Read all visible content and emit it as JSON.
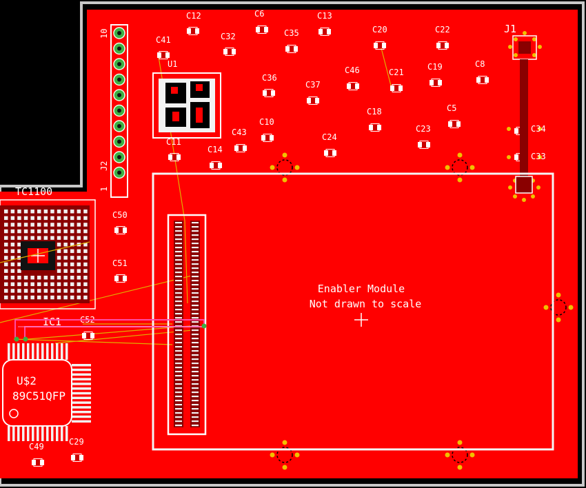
{
  "board": {
    "colors": {
      "background": "#000000",
      "board_outline": "#c8c8c8",
      "copper": "#ff0000",
      "silkscreen": "#ffffff",
      "pad": "#f0f0f0",
      "via": "#f0c000",
      "trace_yellow": "#e0b000",
      "trace_pink": "#ff4da6",
      "header_pin": "#3cb043",
      "dark_copper": "#8a0000"
    }
  },
  "components": {
    "j2": {
      "ref": "J2",
      "pin_first": "1",
      "pin_last": "10"
    },
    "u1": {
      "ref": "U1"
    },
    "j1": {
      "ref": "J1"
    },
    "tc1100": {
      "ref": "TC1100"
    },
    "ic1": {
      "ref": "IC1"
    },
    "u2": {
      "ref": "U$2",
      "value": "89C51QFP"
    },
    "module": {
      "line1": "Enabler Module",
      "line2": "Not drawn to scale"
    }
  },
  "capacitors": [
    {
      "ref": "C12"
    },
    {
      "ref": "C6"
    },
    {
      "ref": "C13"
    },
    {
      "ref": "C41"
    },
    {
      "ref": "C32"
    },
    {
      "ref": "C35"
    },
    {
      "ref": "C20"
    },
    {
      "ref": "C22"
    },
    {
      "ref": "C46"
    },
    {
      "ref": "C21"
    },
    {
      "ref": "C19"
    },
    {
      "ref": "C8"
    },
    {
      "ref": "C36"
    },
    {
      "ref": "C37"
    },
    {
      "ref": "C18"
    },
    {
      "ref": "C5"
    },
    {
      "ref": "C10"
    },
    {
      "ref": "C43"
    },
    {
      "ref": "C23"
    },
    {
      "ref": "C24"
    },
    {
      "ref": "C11"
    },
    {
      "ref": "C14"
    },
    {
      "ref": "C34"
    },
    {
      "ref": "C33"
    },
    {
      "ref": "C50"
    },
    {
      "ref": "C51"
    },
    {
      "ref": "C52"
    },
    {
      "ref": "C49"
    },
    {
      "ref": "C29"
    }
  ]
}
